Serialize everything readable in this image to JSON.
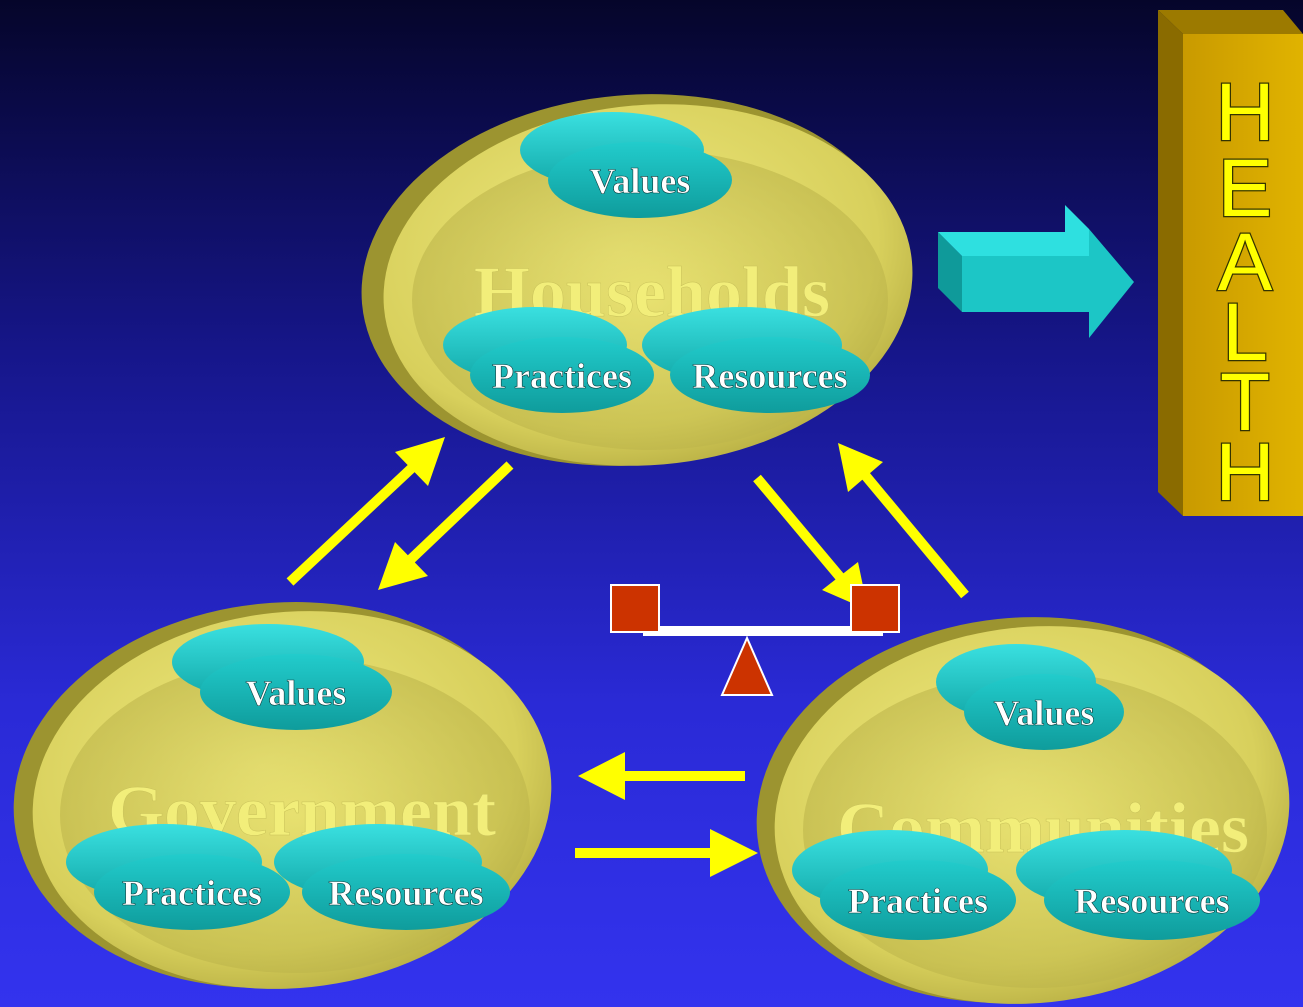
{
  "health": {
    "letters": [
      "H",
      "E",
      "A",
      "L",
      "T",
      "H"
    ]
  },
  "spheres": {
    "households": {
      "label": "Households",
      "values": "Values",
      "practices": "Practices",
      "resources": "Resources"
    },
    "government": {
      "label": "Government",
      "values": "Values",
      "practices": "Practices",
      "resources": "Resources"
    },
    "communities": {
      "label": "Communities",
      "values": "Values",
      "practices": "Practices",
      "resources": "Resources"
    }
  },
  "colors": {
    "sphere": "#e2dc68",
    "pill": "#1fc9c9",
    "arrow": "#ffff00",
    "health_bar": "#d1a800",
    "balance_weight": "#cc3300"
  }
}
